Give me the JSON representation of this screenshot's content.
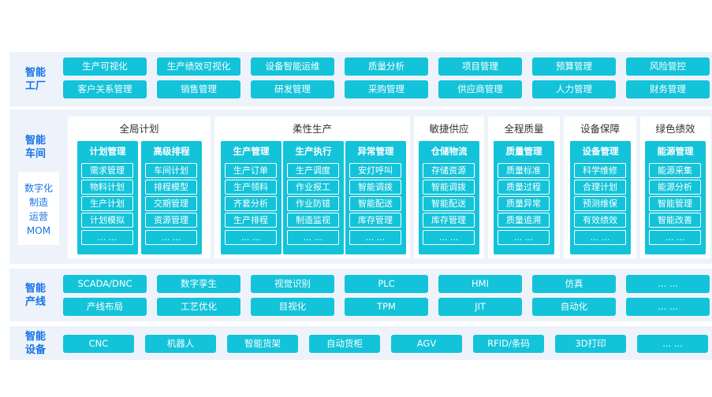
{
  "factory": {
    "label": "智能\n工厂",
    "row1": [
      "生产可视化",
      "生产绩效可视化",
      "设备智能运维",
      "质量分析",
      "项目管理",
      "预算管理",
      "风险管控"
    ],
    "row2": [
      "客户关系管理",
      "销售管理",
      "研发管理",
      "采购管理",
      "供应商管理",
      "人力管理",
      "财务管理"
    ]
  },
  "workshop": {
    "label": "智能\n车间",
    "side_box": "数字化\n制造\n运营\nMOM",
    "groups": [
      {
        "title": "全局计划",
        "columns": [
          {
            "title": "计划管理",
            "items": [
              "需求管理",
              "物料计划",
              "生产计划",
              "计划模拟",
              "... ..."
            ]
          },
          {
            "title": "高级排程",
            "items": [
              "车间计划",
              "排程模型",
              "交期管理",
              "资源管理",
              "... ..."
            ]
          }
        ]
      },
      {
        "title": "柔性生产",
        "columns": [
          {
            "title": "生产管理",
            "items": [
              "生产订单",
              "生产领料",
              "齐套分析",
              "生产排程",
              "... ..."
            ]
          },
          {
            "title": "生产执行",
            "items": [
              "生产调度",
              "作业报工",
              "作业防错",
              "制造监视",
              "... ..."
            ]
          },
          {
            "title": "异常管理",
            "items": [
              "安灯呼叫",
              "智能调拨",
              "智能配送",
              "库存管理",
              "... ..."
            ]
          }
        ]
      },
      {
        "title": "敏捷供应",
        "columns": [
          {
            "title": "仓储物流",
            "items": [
              "存储资源",
              "智能调拨",
              "智能配送",
              "库存管理",
              "... ..."
            ]
          }
        ]
      },
      {
        "title": "全程质量",
        "columns": [
          {
            "title": "质量管理",
            "items": [
              "质量标准",
              "质量过程",
              "质量异常",
              "质量追溯",
              "... ..."
            ]
          }
        ]
      },
      {
        "title": "设备保障",
        "columns": [
          {
            "title": "设备管理",
            "items": [
              "科学维修",
              "合理计划",
              "预测维保",
              "有效绩效",
              "... ..."
            ]
          }
        ]
      },
      {
        "title": "绿色绩效",
        "columns": [
          {
            "title": "能源管理",
            "items": [
              "能源采集",
              "能源分析",
              "智能管理",
              "智能改善",
              "... ..."
            ]
          }
        ]
      }
    ]
  },
  "line": {
    "label": "智能\n产线",
    "row1": [
      "SCADA/DNC",
      "数字孪生",
      "视觉识别",
      "PLC",
      "HMI",
      "仿真",
      "... ..."
    ],
    "row2": [
      "产线布局",
      "工艺优化",
      "目视化",
      "TPM",
      "JIT",
      "自动化",
      "... ..."
    ]
  },
  "equipment": {
    "label": "智能\n设备",
    "row1": [
      "CNC",
      "机器人",
      "智能货架",
      "自动货柜",
      "AGV",
      "RFID/条码",
      "3D打印",
      "... ..."
    ]
  }
}
